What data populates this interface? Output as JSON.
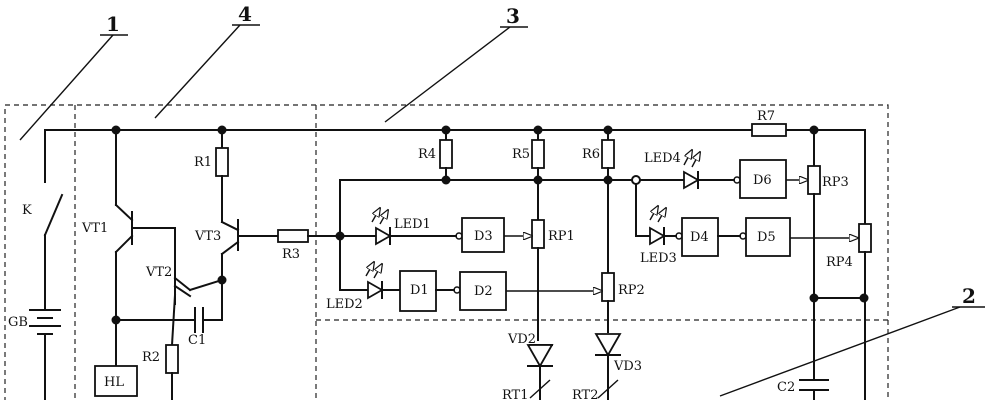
{
  "section_numbers": {
    "n1": "1",
    "n2": "2",
    "n3": "3",
    "n4": "4"
  },
  "labels": {
    "K": "K",
    "GB": "GB",
    "HL": "HL",
    "VT1": "VT1",
    "VT2": "VT2",
    "VT3": "VT3",
    "R1": "R1",
    "R2": "R2",
    "R3": "R3",
    "R4": "R4",
    "R5": "R5",
    "R6": "R6",
    "R7": "R7",
    "C1": "C1",
    "C2": "C2",
    "LED1": "LED1",
    "LED2": "LED2",
    "LED3": "LED3",
    "LED4": "LED4",
    "D1": "D1",
    "D2": "D2",
    "D3": "D3",
    "D4": "D4",
    "D5": "D5",
    "D6": "D6",
    "RP1": "RP1",
    "RP2": "RP2",
    "RP3": "RP3",
    "RP4": "RP4",
    "VD2": "VD2",
    "VD3": "VD3",
    "RT1": "RT1",
    "RT2": "RT2"
  }
}
